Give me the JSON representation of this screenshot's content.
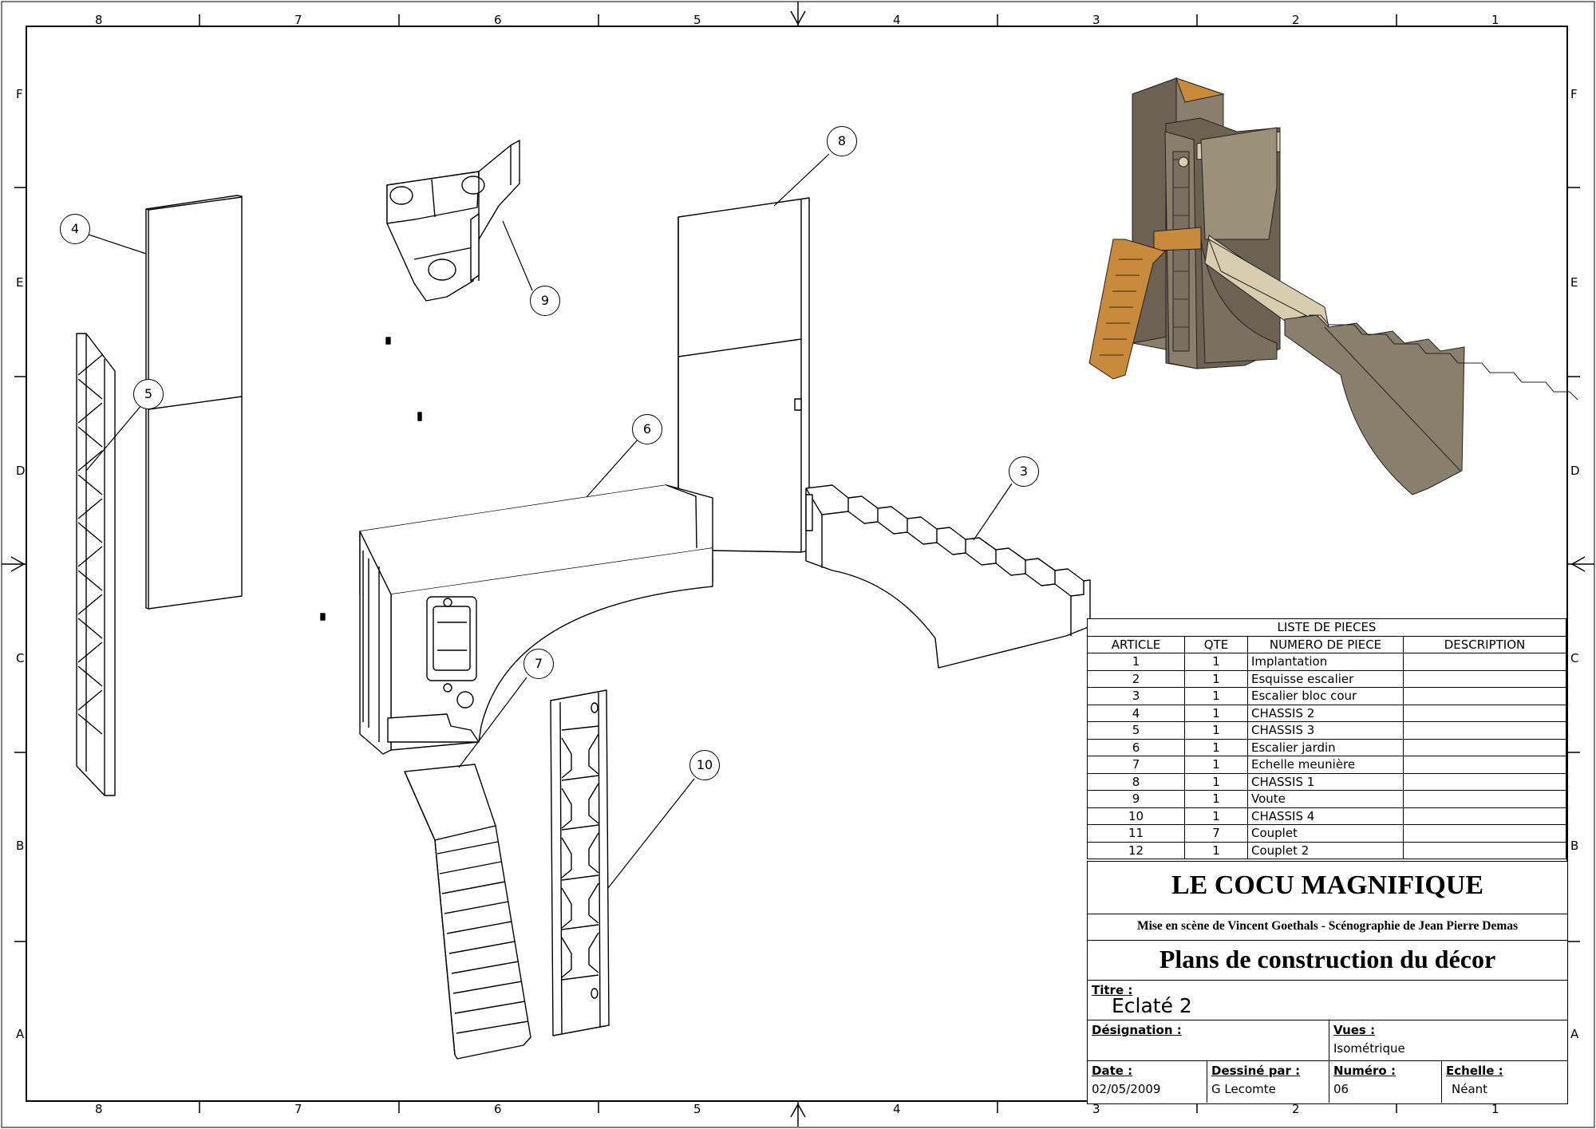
{
  "frame": {
    "columns": [
      "8",
      "7",
      "6",
      "5",
      "4",
      "3",
      "2",
      "1"
    ],
    "rows": [
      "F",
      "E",
      "D",
      "C",
      "B",
      "A"
    ]
  },
  "callouts": [
    "3",
    "4",
    "5",
    "6",
    "7",
    "8",
    "9",
    "10"
  ],
  "parts_list": {
    "title": "LISTE DE PIECES",
    "headers": [
      "ARTICLE",
      "QTE",
      "NUMERO DE PIECE",
      "DESCRIPTION"
    ],
    "rows": [
      [
        "1",
        "1",
        "Implantation",
        ""
      ],
      [
        "2",
        "1",
        "Esquisse escalier",
        ""
      ],
      [
        "3",
        "1",
        "Escalier bloc cour",
        ""
      ],
      [
        "4",
        "1",
        "CHASSIS 2",
        ""
      ],
      [
        "5",
        "1",
        "CHASSIS 3",
        ""
      ],
      [
        "6",
        "1",
        "Escalier jardin",
        ""
      ],
      [
        "7",
        "1",
        "Echelle meunière",
        ""
      ],
      [
        "8",
        "1",
        "CHASSIS 1",
        ""
      ],
      [
        "9",
        "1",
        "Voute",
        ""
      ],
      [
        "10",
        "1",
        "CHASSIS 4",
        ""
      ],
      [
        "11",
        "7",
        "Couplet",
        ""
      ],
      [
        "12",
        "1",
        "Couplet 2",
        ""
      ]
    ]
  },
  "title_block": {
    "project": "LE COCU MAGNIFIQUE",
    "credits": "Mise en scène de Vincent Goethals - Scénographie de Jean Pierre Demas",
    "subject": "Plans de construction du décor",
    "titre_label": "Titre :",
    "titre_value": "Eclaté 2",
    "designation_label": "Désignation :",
    "designation_value": "",
    "vues_label": "Vues :",
    "vues_value": "Isométrique",
    "date_label": "Date :",
    "date_value": "02/05/2009",
    "dessine_label": "Dessiné par :",
    "dessine_value": "G Lecomte",
    "numero_label": "Numéro :",
    "numero_value": "06",
    "echelle_label": "Echelle :",
    "echelle_value": "Néant"
  },
  "colors": {
    "line": "#000000",
    "render_dark": "#6b6253",
    "render_mid": "#8a7f6c",
    "render_light": "#d9cdb0",
    "render_wood": "#c98a3c"
  }
}
